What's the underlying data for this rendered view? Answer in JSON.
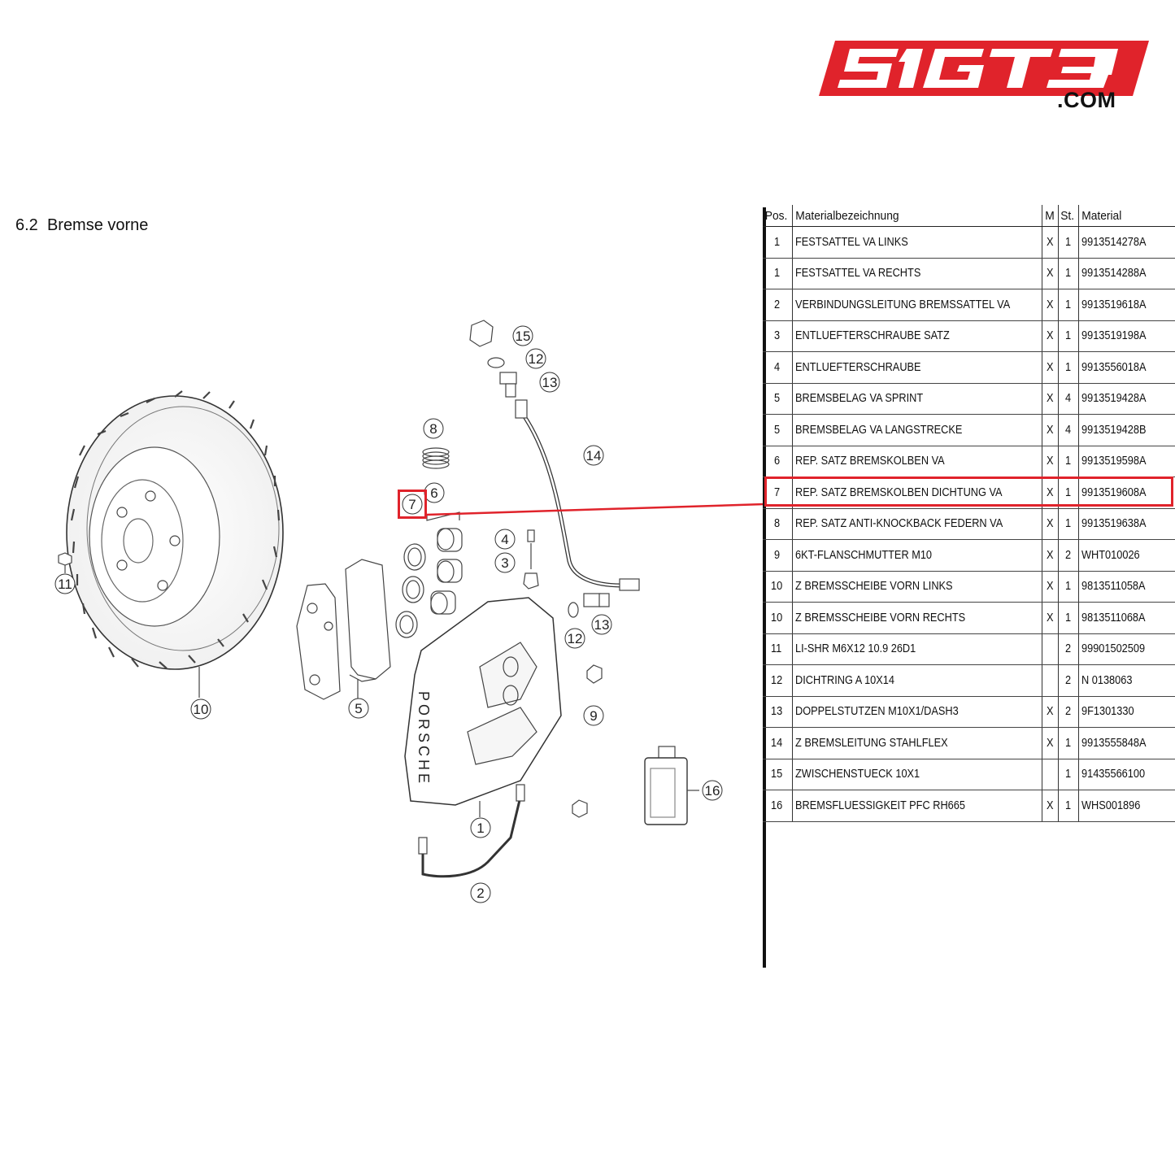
{
  "brand": {
    "logo_text": "SIGT3",
    "domain_suffix": ".COM",
    "logo_color": "#e0232b"
  },
  "section": {
    "number": "6.2",
    "title": "Bremse vorne"
  },
  "highlight_color": "#e0232b",
  "callouts": [
    "15",
    "12",
    "13",
    "8",
    "6",
    "7",
    "14",
    "4",
    "3",
    "11",
    "12",
    "13",
    "10",
    "5",
    "9",
    "16",
    "1",
    "2"
  ],
  "table": {
    "headers": {
      "pos": "Pos.",
      "name": "Materialbezeichnung",
      "m": "M",
      "st": "St.",
      "material": "Material"
    },
    "rows": [
      {
        "pos": "1",
        "name": "FESTSATTEL VA LINKS",
        "m": "X",
        "st": "1",
        "material": "9913514278A"
      },
      {
        "pos": "1",
        "name": "FESTSATTEL VA RECHTS",
        "m": "X",
        "st": "1",
        "material": "9913514288A"
      },
      {
        "pos": "2",
        "name": "VERBINDUNGSLEITUNG BREMSSATTEL VA",
        "m": "X",
        "st": "1",
        "material": "9913519618A"
      },
      {
        "pos": "3",
        "name": "ENTLUEFTERSCHRAUBE SATZ",
        "m": "X",
        "st": "1",
        "material": "9913519198A"
      },
      {
        "pos": "4",
        "name": "ENTLUEFTERSCHRAUBE",
        "m": "X",
        "st": "1",
        "material": "9913556018A"
      },
      {
        "pos": "5",
        "name": "BREMSBELAG VA SPRINT",
        "m": "X",
        "st": "4",
        "material": "9913519428A"
      },
      {
        "pos": "5",
        "name": "BREMSBELAG VA LANGSTRECKE",
        "m": "X",
        "st": "4",
        "material": "9913519428B"
      },
      {
        "pos": "6",
        "name": "REP. SATZ BREMSKOLBEN VA",
        "m": "X",
        "st": "1",
        "material": "9913519598A"
      },
      {
        "pos": "7",
        "name": "REP. SATZ BREMSKOLBEN DICHTUNG VA",
        "m": "X",
        "st": "1",
        "material": "9913519608A"
      },
      {
        "pos": "8",
        "name": "REP. SATZ ANTI-KNOCKBACK FEDERN VA",
        "m": "X",
        "st": "1",
        "material": "9913519638A"
      },
      {
        "pos": "9",
        "name": "6KT-FLANSCHMUTTER M10",
        "m": "X",
        "st": "2",
        "material": "WHT010026"
      },
      {
        "pos": "10",
        "name": "Z BREMSSCHEIBE VORN LINKS",
        "m": "X",
        "st": "1",
        "material": "9813511058A"
      },
      {
        "pos": "10",
        "name": "Z BREMSSCHEIBE VORN RECHTS",
        "m": "X",
        "st": "1",
        "material": "9813511068A"
      },
      {
        "pos": "11",
        "name": "LI-SHR M6X12 10.9 26D1",
        "m": "",
        "st": "2",
        "material": "99901502509"
      },
      {
        "pos": "12",
        "name": "DICHTRING A 10X14",
        "m": "",
        "st": "2",
        "material": "N 0138063"
      },
      {
        "pos": "13",
        "name": "DOPPELSTUTZEN M10X1/DASH3",
        "m": "X",
        "st": "2",
        "material": "9F1301330"
      },
      {
        "pos": "14",
        "name": "Z BREMSLEITUNG STAHLFLEX",
        "m": "X",
        "st": "1",
        "material": "9913555848A"
      },
      {
        "pos": "15",
        "name": "ZWISCHENSTUECK 10X1",
        "m": "",
        "st": "1",
        "material": "91435566100"
      },
      {
        "pos": "16",
        "name": "BREMSFLUESSIGKEIT PFC RH665",
        "m": "X",
        "st": "1",
        "material": "WHS001896"
      }
    ]
  }
}
